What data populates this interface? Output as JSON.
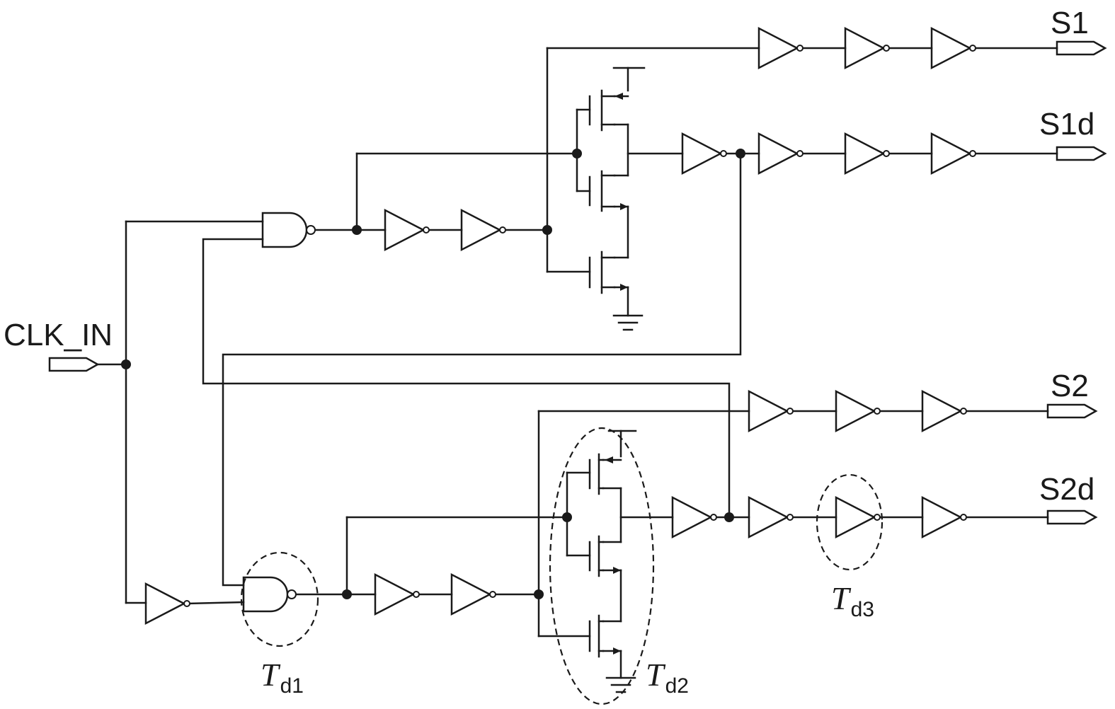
{
  "labels": {
    "clk_in": "CLK_IN",
    "s1": "S1",
    "s1d": "S1d",
    "s2": "S2",
    "s2d": "S2d"
  },
  "delays": {
    "td1": {
      "symbol": "T",
      "subscript": "d1"
    },
    "td2": {
      "symbol": "T",
      "subscript": "d2"
    },
    "td3": {
      "symbol": "T",
      "subscript": "d3"
    }
  }
}
